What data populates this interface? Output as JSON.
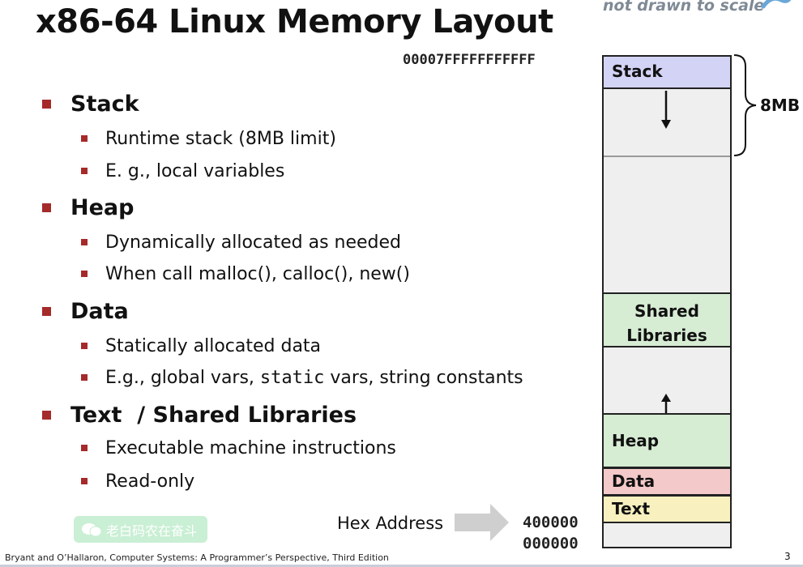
{
  "title": "x86-64 Linux Memory Layout",
  "scale_note": "not drawn to scale",
  "sections": [
    {
      "title": "Stack",
      "items": [
        "Runtime stack (8MB limit)",
        "E. g., local variables"
      ]
    },
    {
      "title": "Heap",
      "items": [
        "Dynamically allocated as needed",
        "When call  malloc(), calloc(), new()"
      ]
    },
    {
      "title": "Data",
      "items": [
        "Statically allocated data"
      ],
      "special_item": {
        "before": "E.g., global vars, ",
        "code": "static",
        "after": " vars, string constants"
      }
    },
    {
      "title": "Text  / Shared Libraries",
      "items": [
        "Executable machine instructions",
        "Read-only"
      ]
    }
  ],
  "memory": {
    "top_address": "00007FFFFFFFFFFF",
    "segments": {
      "stack": "Stack",
      "shared_line1": "Shared",
      "shared_line2": "Libraries",
      "heap": "Heap",
      "data": "Data",
      "text": "Text"
    },
    "stack_size_label": "8MB",
    "hex_address_label": "Hex Address",
    "low_address_1": "400000",
    "low_address_2": "000000"
  },
  "watermark": "老白码农在奋斗",
  "footer": "Bryant and O’Hallaron, Computer Systems: A Programmer’s Perspective, Third Edition",
  "page_number": "3",
  "colors": {
    "bullet": "#a52a2a",
    "stack": "#d3d3f5",
    "shared_libraries": "#d6ecd3",
    "heap": "#d6ecd3",
    "data": "#f4c9c9",
    "text": "#f8f0bf",
    "free_memory": "#efefef"
  }
}
